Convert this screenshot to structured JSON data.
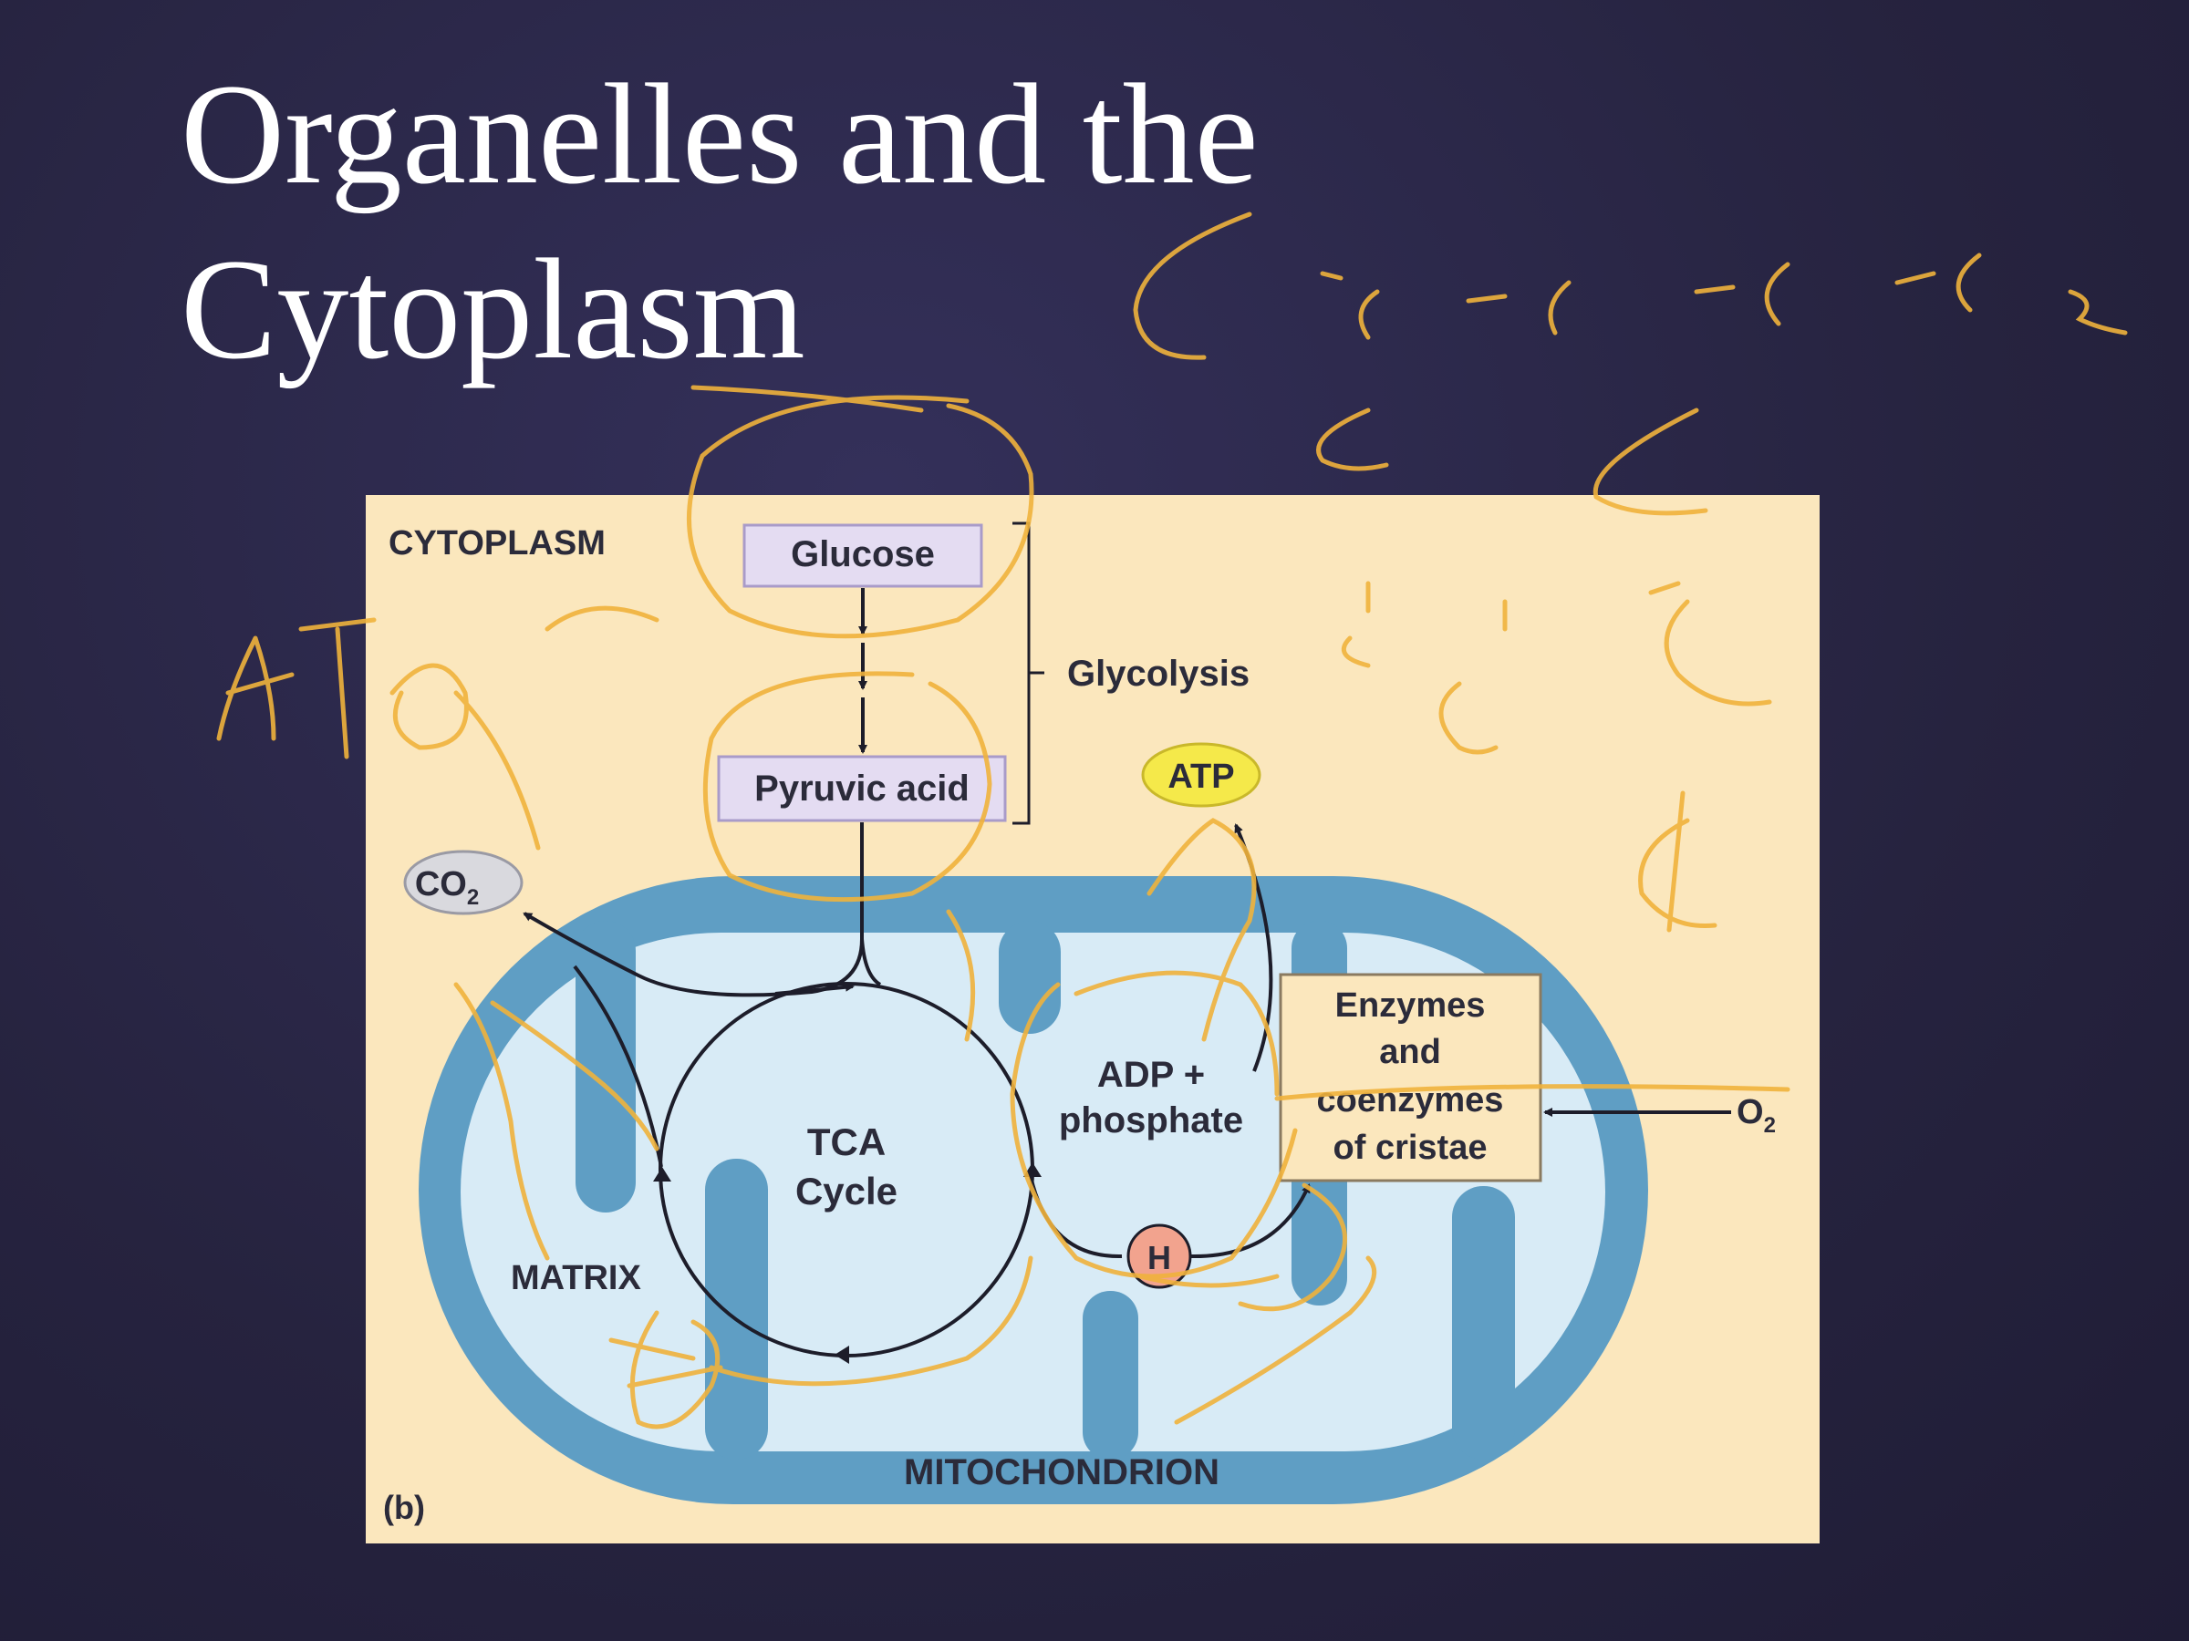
{
  "slide": {
    "title_line1": "Organelles and the",
    "title_line2": "Cytoplasm"
  },
  "diagram": {
    "region_cytoplasm": "CYTOPLASM",
    "glucose": "Glucose",
    "pyruvic_acid": "Pyruvic acid",
    "glycolysis": "Glycolysis",
    "atp": "ATP",
    "co2": "CO",
    "co2_sub": "2",
    "tca_line1": "TCA",
    "tca_line2": "Cycle",
    "adp_line1": "ADP +",
    "adp_line2": "phosphate",
    "enzymes_line1": "Enzymes",
    "enzymes_line2": "and",
    "enzymes_line3": "coenzymes",
    "enzymes_line4": "of cristae",
    "o2": "O",
    "o2_sub": "2",
    "h": "H",
    "matrix": "MATRIX",
    "mitochondrion": "MITOCHONDRION",
    "panel": "(b)"
  },
  "colors": {
    "background": "#2a2848",
    "cytoplasm": "#fbe7bd",
    "membrane": "#5f9ec4",
    "matrix": "#d8ebf6",
    "ink": "#f0b23c"
  }
}
